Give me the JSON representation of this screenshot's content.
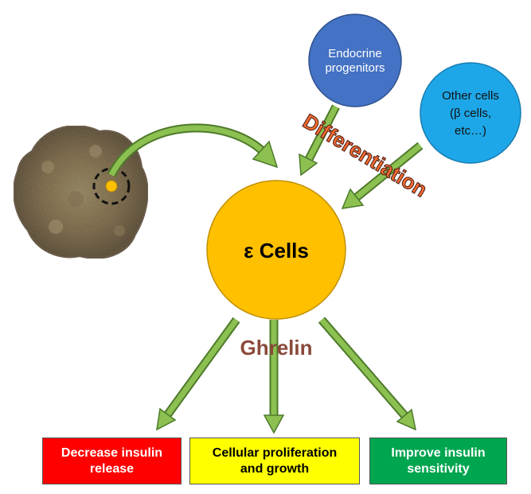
{
  "nodes": {
    "endocrine": {
      "line1": "Endocrine",
      "line2": "progenitors",
      "color": "#4472c4"
    },
    "other": {
      "line1": "Other cells",
      "line2": "(β cells,",
      "line3": "etc…)",
      "color": "#1ea7e8"
    },
    "epsilon": {
      "label": "ε Cells",
      "color": "#ffc000"
    }
  },
  "labels": {
    "differentiation": "Differentiation",
    "ghrelin": "Ghrelin"
  },
  "outcomes": [
    {
      "text": "Decrease insulin\nrelease",
      "color": "#ff0000"
    },
    {
      "text": "Cellular proliferation\nand growth",
      "color": "#ffff00"
    },
    {
      "text": "Improve insulin\nsensitivity",
      "color": "#00a550"
    }
  ],
  "colors": {
    "arrow": "#8cc152",
    "arrow_outline": "#4e7a2a",
    "label_outline": "#8a4a3a"
  }
}
